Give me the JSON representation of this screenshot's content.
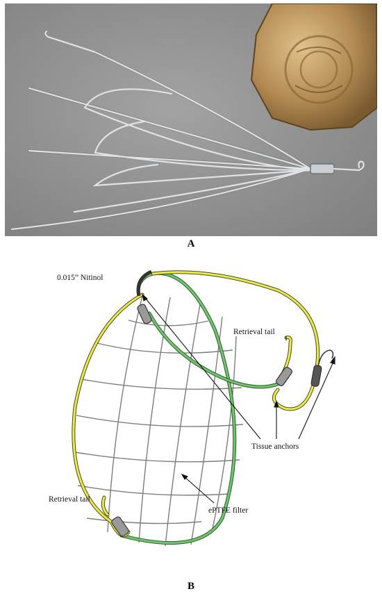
{
  "panels": {
    "a": {
      "label": "A"
    },
    "b": {
      "label": "B"
    }
  },
  "annotations": {
    "nitinol": "0.015” Nitinol",
    "retrieval_tail_top": "Retrieval tail",
    "retrieval_tail_bottom": "Retrieval tail",
    "tissue_anchors": "Tissue anchors",
    "eptfe_filter": "ePTFE filter"
  },
  "colors": {
    "photo_background": "#8e8e8e",
    "coin_gold": "#b8925a",
    "wire_silver": "#d9dde0",
    "yellow_wire": "#e8e84a",
    "green_wire": "#6cc06a",
    "mesh_gray": "#888888"
  }
}
